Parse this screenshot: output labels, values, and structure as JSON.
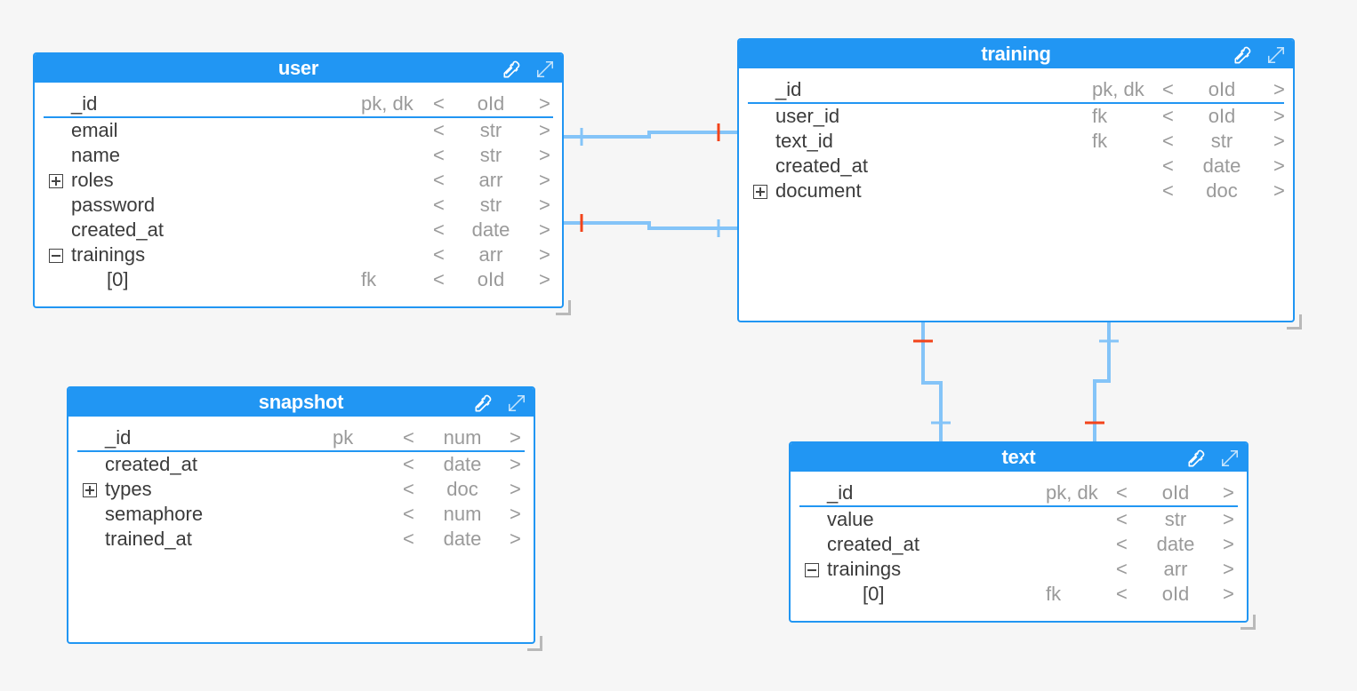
{
  "colors": {
    "header": "#2196f3",
    "connector": "#84c4f8",
    "cardinality_mark": "#f2441b",
    "field_text": "#3b3b3b",
    "meta_text": "#9a9a9a"
  },
  "type_brackets": {
    "open": "<",
    "close": ">"
  },
  "entities": {
    "user": {
      "title": "user",
      "rows": [
        {
          "name": "_id",
          "keys": "pk, dk",
          "type": "oId",
          "pk": true
        },
        {
          "name": "email",
          "keys": "",
          "type": "str"
        },
        {
          "name": "name",
          "keys": "",
          "type": "str"
        },
        {
          "name": "roles",
          "keys": "",
          "type": "arr",
          "toggle": "plus"
        },
        {
          "name": "password",
          "keys": "",
          "type": "str"
        },
        {
          "name": "created_at",
          "keys": "",
          "type": "date"
        },
        {
          "name": "trainings",
          "keys": "",
          "type": "arr",
          "toggle": "minus"
        },
        {
          "name": "[0]",
          "keys": "fk",
          "type": "oId",
          "child": true
        }
      ]
    },
    "training": {
      "title": "training",
      "rows": [
        {
          "name": "_id",
          "keys": "pk, dk",
          "type": "oId",
          "pk": true
        },
        {
          "name": "user_id",
          "keys": "fk",
          "type": "oId"
        },
        {
          "name": "text_id",
          "keys": "fk",
          "type": "str"
        },
        {
          "name": "created_at",
          "keys": "",
          "type": "date"
        },
        {
          "name": "document",
          "keys": "",
          "type": "doc",
          "toggle": "plus"
        }
      ]
    },
    "snapshot": {
      "title": "snapshot",
      "rows": [
        {
          "name": "_id",
          "keys": "pk",
          "type": "num",
          "pk": true
        },
        {
          "name": "created_at",
          "keys": "",
          "type": "date"
        },
        {
          "name": "types",
          "keys": "",
          "type": "doc",
          "toggle": "plus"
        },
        {
          "name": "semaphore",
          "keys": "",
          "type": "num"
        },
        {
          "name": "trained_at",
          "keys": "",
          "type": "date"
        }
      ]
    },
    "text": {
      "title": "text",
      "rows": [
        {
          "name": "_id",
          "keys": "pk, dk",
          "type": "oId",
          "pk": true
        },
        {
          "name": "value",
          "keys": "",
          "type": "str"
        },
        {
          "name": "created_at",
          "keys": "",
          "type": "date"
        },
        {
          "name": "trainings",
          "keys": "",
          "type": "arr",
          "toggle": "minus"
        },
        {
          "name": "[0]",
          "keys": "fk",
          "type": "oId",
          "child": true
        }
      ]
    }
  },
  "relations": [
    {
      "from": "user",
      "to": "training"
    },
    {
      "from": "user",
      "to": "training"
    },
    {
      "from": "training",
      "to": "text"
    },
    {
      "from": "training",
      "to": "text"
    }
  ],
  "icons": {
    "color_picker": "eyedropper-icon",
    "expand": "expand-icon"
  }
}
